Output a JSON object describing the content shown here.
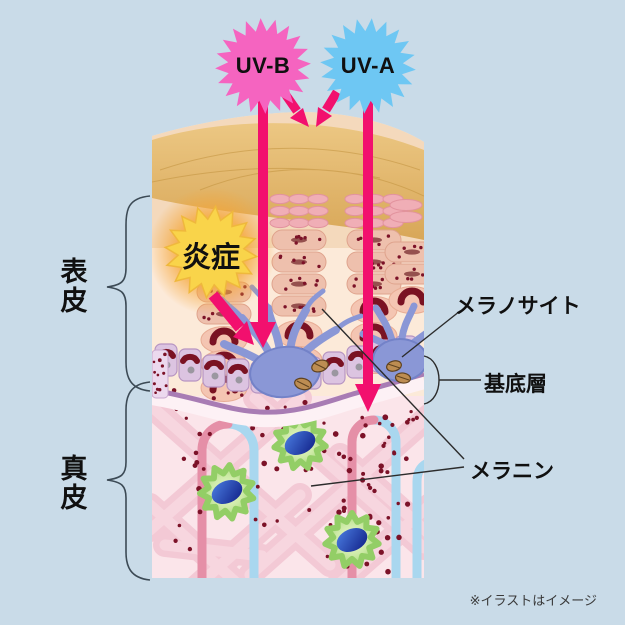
{
  "figure": {
    "type": "skin-uv-penetration-diagram",
    "labels": {
      "uvb": "UV-B",
      "uva": "UV-A",
      "inflammation": "炎症",
      "epidermis": "表皮",
      "dermis": "真皮",
      "melanocyte": "メラノサイト",
      "basal_layer": "基底層",
      "melanin": "メラニン",
      "disclaimer": "※イラストはイメージ"
    }
  },
  "colors": {
    "bg": "#c9dbe8",
    "uvb_star": "#f564c0",
    "uva_star": "#6ec7f3",
    "ray_arrow": "#f2106e",
    "inflammation_star": "#f9d44a",
    "inflammation_glow": "#f59b2d",
    "stratum_corneum": "#e0ae60",
    "corneum_band": "#f4d9bc",
    "epidermis_bg": "#fcead9",
    "dermis_bg": "#fbe5ea",
    "granular_cell": "#f0aeb6",
    "spinous_cell": "#eec0ad",
    "crescent_cell": "#f4c5b2",
    "nucleus_dark": "#7a1222",
    "basal_cell": "#dcc4e1",
    "basal_membrane": "#a87cb4",
    "melanocyte_cell": "#8a97d6",
    "melanosome": "#bd8d52",
    "collagen": "#f3c9d5",
    "capillary_artery": "#e58fa7",
    "capillary_vein": "#a9d7ef",
    "green_cell": "#a8d87d",
    "green_cell_nucleus": "#12269a",
    "melanin_dot": "#7c1228",
    "pointer_line": "#2c2c2c",
    "label_text": "#101010"
  }
}
